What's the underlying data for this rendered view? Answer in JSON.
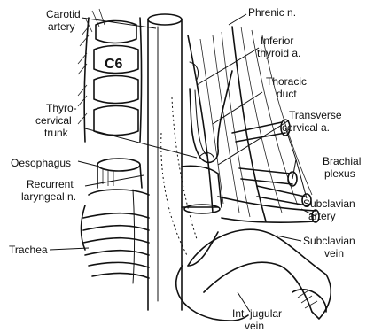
{
  "labels": {
    "carotid_line1": "Carotid",
    "carotid_line2": "artery",
    "c6": "C6",
    "phrenic": "Phrenic n.",
    "inferior_thyroid_line1": "Inferior",
    "inferior_thyroid_line2": "thyroid a.",
    "thoracic_duct_line1": "Thoracic",
    "thoracic_duct_line2": "duct",
    "thyrocervical_line1": "Thyro-",
    "thyrocervical_line2": "cervical",
    "thyrocervical_line3": "trunk",
    "transverse_cervical_line1": "Transverse",
    "transverse_cervical_line2": "cervical a.",
    "brachial_line1": "Brachial",
    "brachial_line2": "plexus",
    "oesophagus": "Oesophagus",
    "recurrent_line1": "Recurrent",
    "recurrent_line2": "laryngeal n.",
    "subclavian_artery_line1": "Subclavian",
    "subclavian_artery_line2": "artery",
    "trachea": "Trachea",
    "subclavian_vein_line1": "Subclavian",
    "subclavian_vein_line2": "vein",
    "int_jugular_line1": "Int. jugular",
    "int_jugular_line2": "vein"
  }
}
